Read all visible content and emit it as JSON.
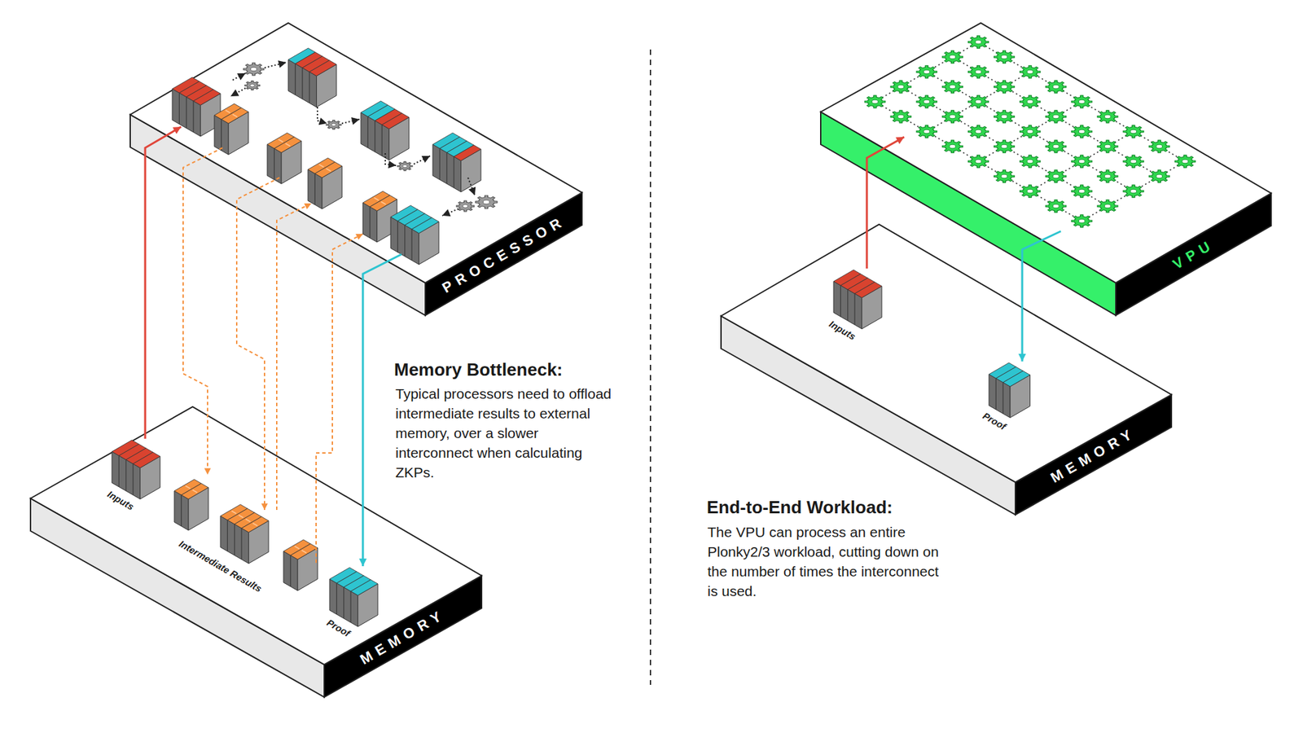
{
  "diagram": {
    "nodes": [
      {
        "text": [
          "PROCESSOR"
        ]
      },
      {
        "text": [
          "MEMORY"
        ]
      },
      {
        "text": [
          "Inputs"
        ],
        "in": 1
      },
      {
        "text": [
          "Proof"
        ],
        "in": 1
      },
      {
        "text": [
          "VPU"
        ]
      },
      {
        "text": [
          "MEMORY"
        ]
      },
      {
        "text": [
          "Inputs"
        ],
        "in": 5
      },
      {
        "text": [
          "Proof"
        ],
        "in": 5
      }
    ],
    "edges": [
      {
        "from": 2,
        "to": 0,
        "arrow": "to"
      },
      {
        "from": 0,
        "to": 3,
        "arrow": "to"
      },
      {
        "from": 6,
        "to": 4,
        "arrow": "to"
      },
      {
        "from": 4,
        "to": 7,
        "arrow": "to"
      }
    ],
    "labels": [
      "Intermediate Results",
      "Memory Bottleneck:",
      "Typical processors need to offload intermediate results to external memory, over a slower interconnect when calculating ZKPs.",
      "End-to-End Workload:",
      "The VPU can process an entire Plonky2/3 workload, cutting down on the number of times the interconnect is used."
    ]
  }
}
